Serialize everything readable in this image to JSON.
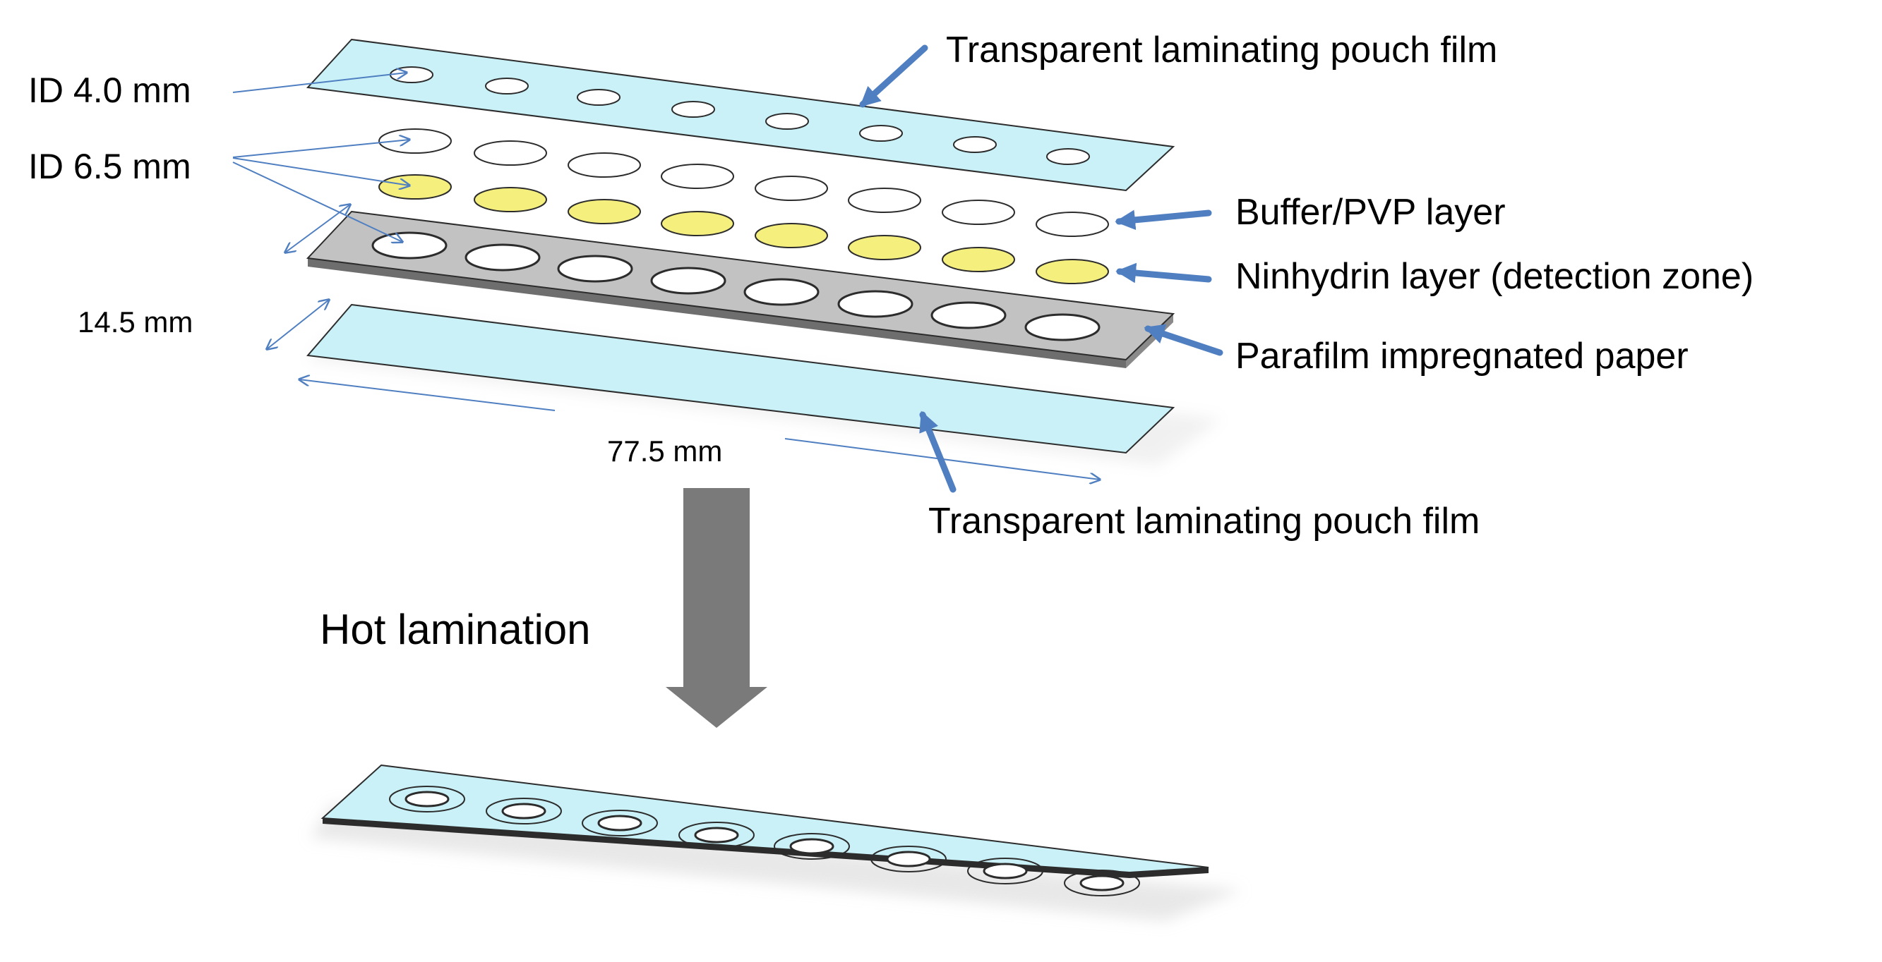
{
  "labels": {
    "id_small": "ID  4.0 mm",
    "id_large": "ID  6.5 mm",
    "width_dim": "14.5 mm",
    "length_dim": "77.5 mm",
    "film_top": "Transparent laminating pouch film",
    "buffer_layer": "Buffer/PVP  layer",
    "ninhydrin_layer": "Ninhydrin  layer   (detection zone)",
    "parafilm_paper": "Parafilm impregnated paper",
    "film_bottom": "Transparent laminating pouch film",
    "process": "Hot lamination"
  },
  "colors": {
    "film": "#c9f1f7",
    "ninhydrin": "#f5ef7e",
    "paper": "#c2c2c2",
    "arrow": "#4f7fc1",
    "process_arrow": "#7a7a7a"
  },
  "wells_per_strip": 8
}
